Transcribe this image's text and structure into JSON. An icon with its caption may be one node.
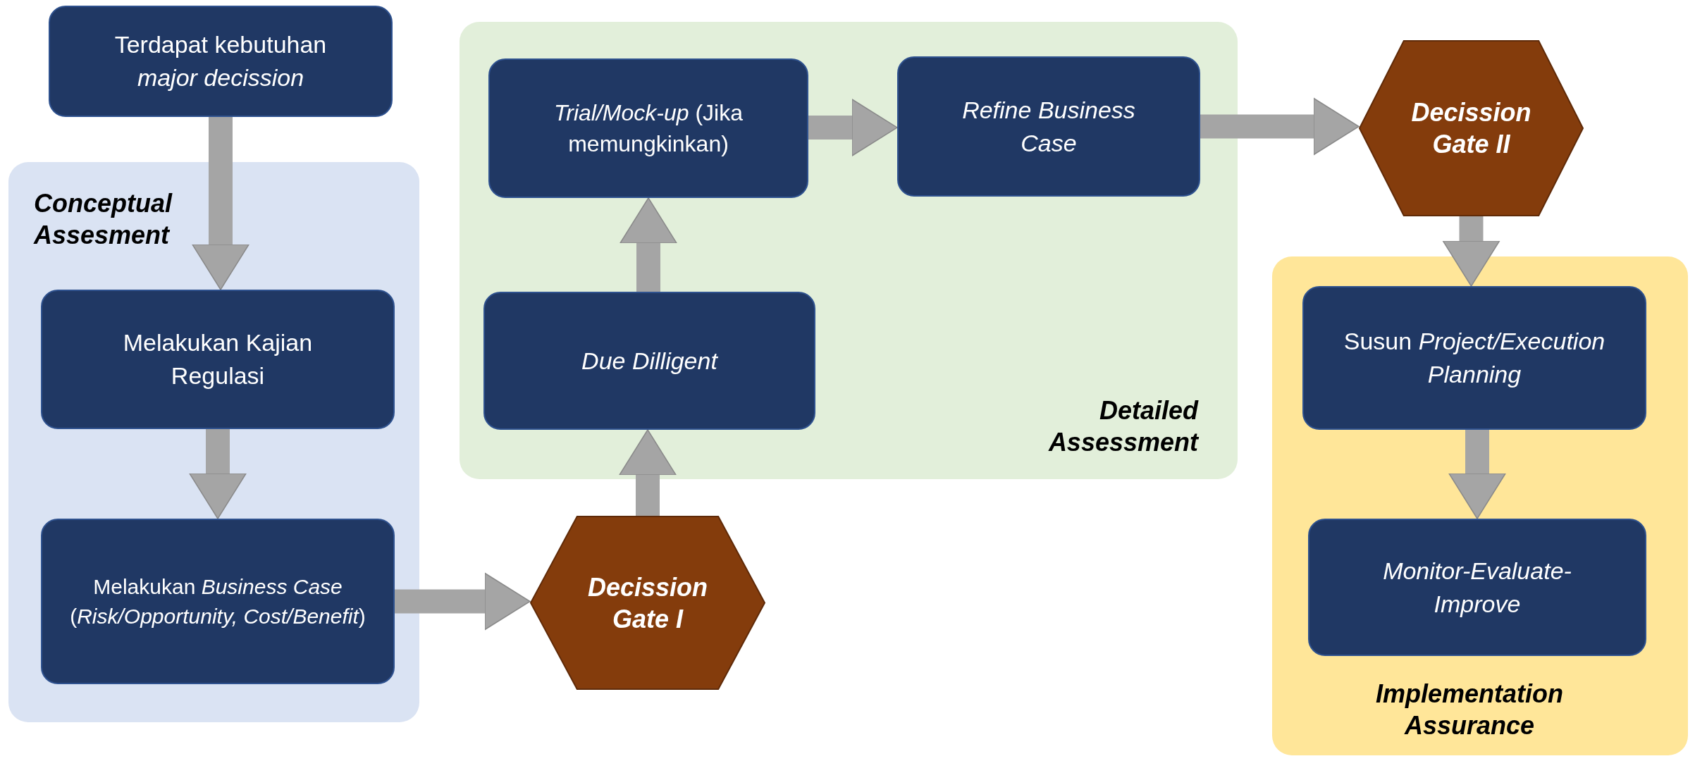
{
  "diagram": {
    "nodes": [
      {
        "text": [
          "Terdapat kebutuhan *major decission*"
        ]
      },
      {
        "text": [
          "Conceptual Assesment"
        ]
      },
      {
        "text": [
          "Melakukan Kajian Regulasi"
        ],
        "in": 1
      },
      {
        "text": [
          "Melakukan *Business Case* (*Risk/Opportunity, Cost/Benefit*)"
        ],
        "in": 1
      },
      {
        "text": [
          "Detailed Assessment"
        ]
      },
      {
        "text": [
          "*Trial/Mock-up* (Jika memungkinkan)"
        ],
        "in": 4
      },
      {
        "text": [
          "Refine Business Case"
        ],
        "in": 4
      },
      {
        "text": [
          "Due Dilligent"
        ],
        "in": 4
      },
      {
        "text": [
          "Decission Gate I"
        ]
      },
      {
        "text": [
          "Decission Gate II"
        ]
      },
      {
        "text": [
          "Implementation Assurance"
        ]
      },
      {
        "text": [
          "Susun *Project/Execution Planning*"
        ],
        "in": 10
      },
      {
        "text": [
          "Monitor-Evaluate-Improve"
        ],
        "in": 10
      }
    ],
    "edges": [
      {
        "from": 0,
        "to": 2,
        "arrow": "to"
      },
      {
        "from": 2,
        "to": 3,
        "arrow": "to"
      },
      {
        "from": 3,
        "to": 8,
        "arrow": "to"
      },
      {
        "from": 8,
        "to": 7,
        "arrow": "to"
      },
      {
        "from": 7,
        "to": 5,
        "arrow": "to"
      },
      {
        "from": 5,
        "to": 6,
        "arrow": "to"
      },
      {
        "from": 6,
        "to": 9,
        "arrow": "to"
      },
      {
        "from": 9,
        "to": 11,
        "arrow": "to"
      },
      {
        "from": 11,
        "to": 12,
        "arrow": "to"
      }
    ]
  }
}
